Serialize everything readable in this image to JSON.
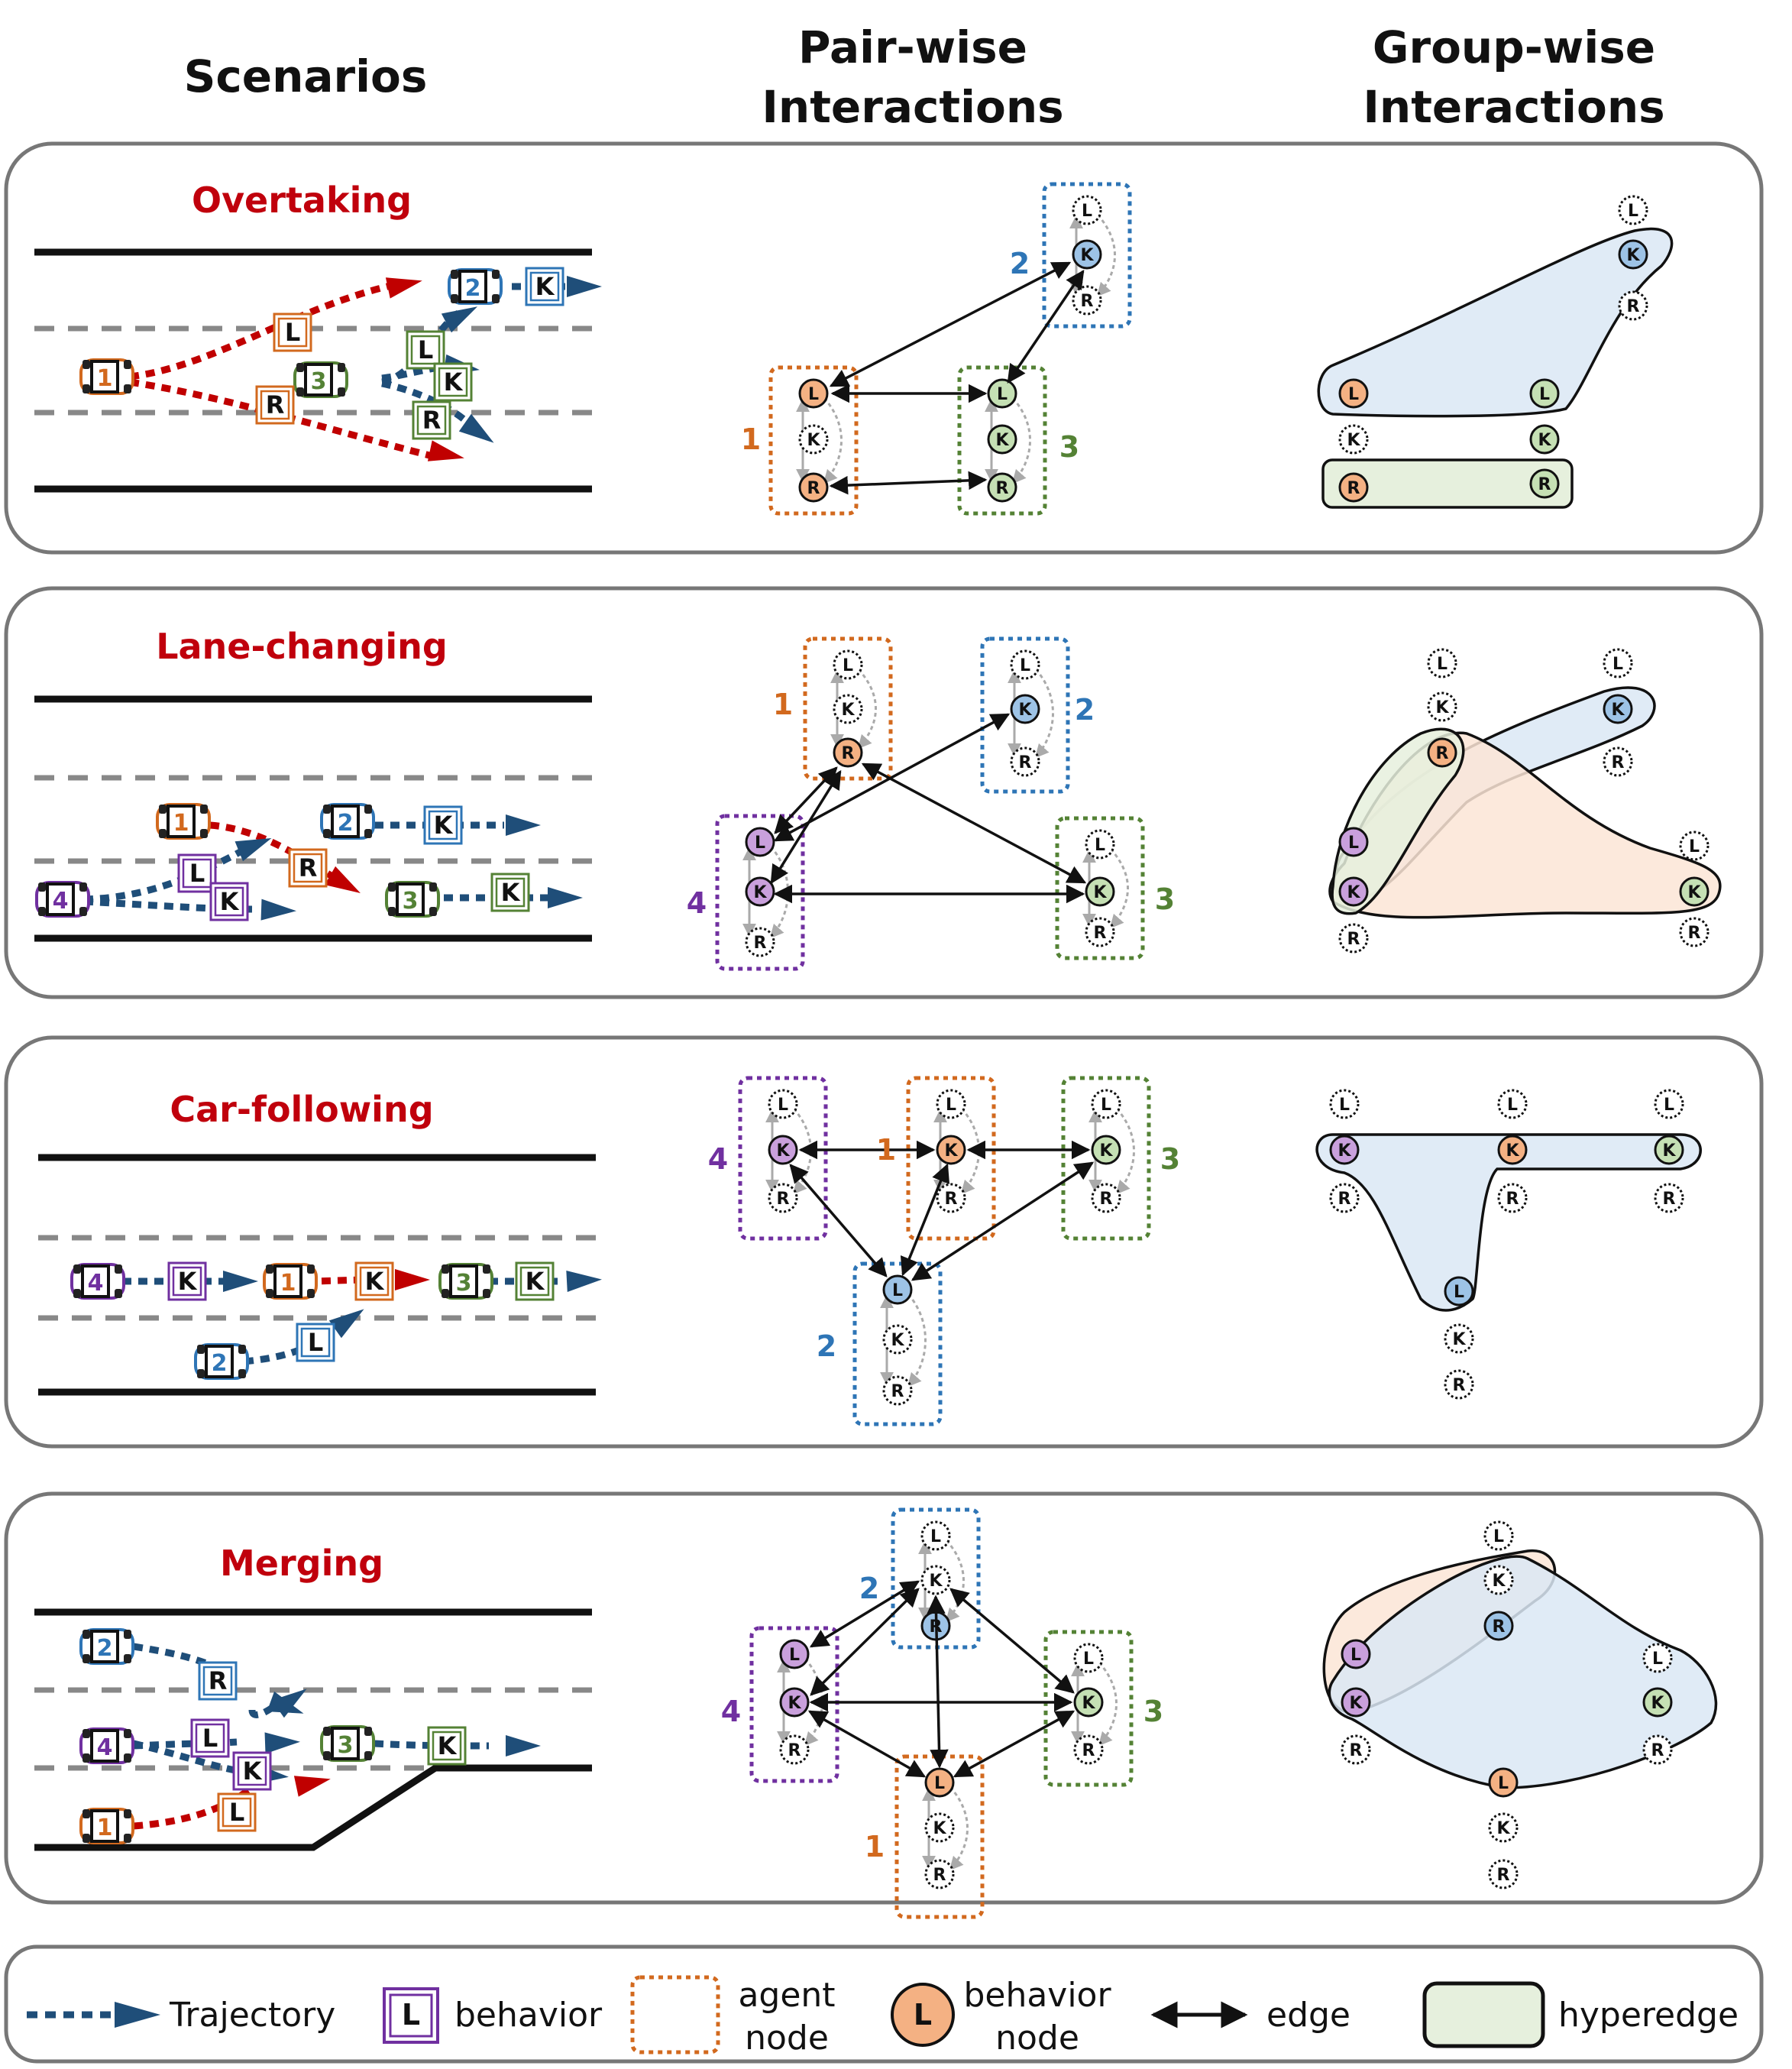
{
  "headers": {
    "scenarios": "Scenarios",
    "pairwise_1": "Pair-wise",
    "pairwise_2": "Interactions",
    "groupwise_1": "Group-wise",
    "groupwise_2": "Interactions"
  },
  "panels": [
    {
      "title": "Overtaking"
    },
    {
      "title": "Lane-changing"
    },
    {
      "title": "Car-following"
    },
    {
      "title": "Merging"
    }
  ],
  "node_letters": {
    "left": "L",
    "keep": "K",
    "right": "R"
  },
  "agent_numbers": [
    "1",
    "2",
    "3",
    "4"
  ],
  "colors": {
    "agent1": "#d2691e",
    "agent2": "#2e75b6",
    "agent3": "#548235",
    "agent4": "#7030a0",
    "agent1_fill": "#f4b183",
    "agent2_fill": "#9dc3e6",
    "agent3_fill": "#c5e0b4",
    "agent4_fill": "#c9a0dc",
    "title_red": "#c0000c",
    "trajectory_blue": "#1f4e79",
    "trajectory_red": "#c00000",
    "hyperedge_blue": "#dbe8f5",
    "hyperedge_green": "#e6f0dd",
    "hyperedge_orange": "#fbe5d6"
  },
  "legend": {
    "trajectory": "Trajectory",
    "behavior_letter": "L",
    "behavior": "behavior",
    "agent_node_1": "agent",
    "agent_node_2": "node",
    "behavior_node_1": "behavior",
    "behavior_node_2": "node",
    "edge": "edge",
    "hyperedge": "hyperedge"
  }
}
